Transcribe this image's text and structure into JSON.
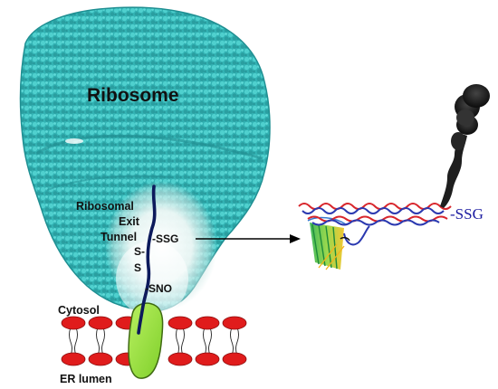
{
  "labels": {
    "ribosome": "Ribosome",
    "tunnel_line1": "Ribosomal",
    "tunnel_line2": "Exit",
    "tunnel_line3": "Tunnel",
    "ssg_chain": "-SSG",
    "disulfide_top": "S-",
    "disulfide_bottom": "S",
    "sno": "-SNO",
    "cytosol": "Cytosol",
    "er_lumen": "ER lumen",
    "ssg_protein": "-SSG"
  },
  "colors": {
    "ribosome": "#35b9b9",
    "ribosome_dark": "#1f8f92",
    "tunnel_glow": "#eef6f4",
    "chain": "#0d1a5c",
    "lipid_head": "#e01c1c",
    "translocon": "#9ae03a",
    "strand_red": "#d8262c",
    "strand_blue": "#2b39b0",
    "smoke": "#1e1e1e"
  }
}
